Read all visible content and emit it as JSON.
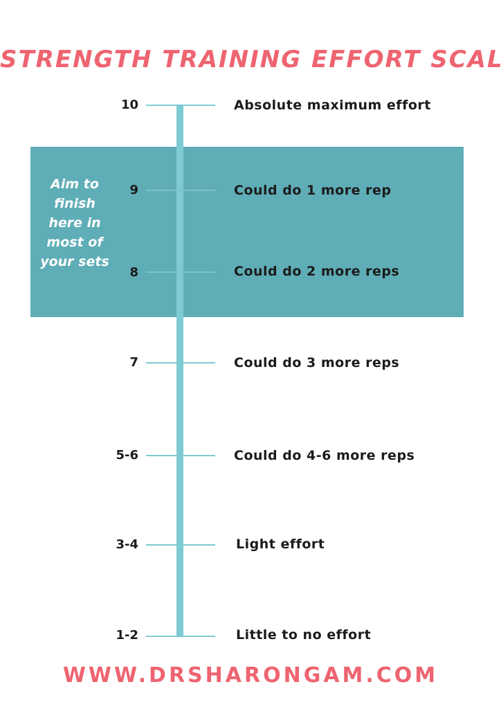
{
  "title": "STRENGTH TRAINING EFFORT SCALE",
  "highlight_note": "Aim to finish here in most of your sets",
  "levels": [
    {
      "rpe": "10",
      "description": "Absolute maximum effort"
    },
    {
      "rpe": "9",
      "description": "Could do 1 more rep"
    },
    {
      "rpe": "8",
      "description": "Could do 2 more reps"
    },
    {
      "rpe": "7",
      "description": "Could do 3 more reps"
    },
    {
      "rpe": "5-6",
      "description": "Could do 4-6 more reps"
    },
    {
      "rpe": "3-4",
      "description": "Light effort"
    },
    {
      "rpe": "1-2",
      "description": "Little to no effort"
    }
  ],
  "footer_url": "WWW.DRSHARONGAM.COM",
  "colors": {
    "title": "#ee6470",
    "highlight_band": "#5fadb6",
    "scale_line": "#7ecbd3",
    "text": "#1b1b1b"
  }
}
